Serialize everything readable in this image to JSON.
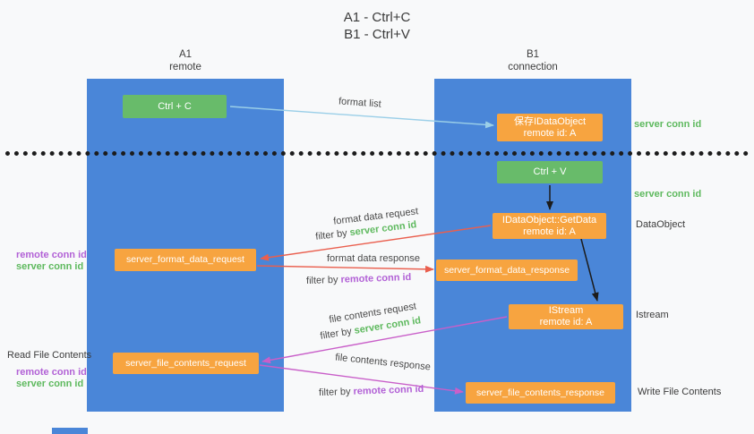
{
  "title": {
    "line1": "A1 - Ctrl+C",
    "line2": "B1 - Ctrl+V"
  },
  "columns": {
    "left": {
      "title": "A1",
      "subtitle": "remote"
    },
    "right": {
      "title": "B1",
      "subtitle": "connection"
    }
  },
  "boxes": {
    "ctrl_c": "Ctrl + C",
    "ctrl_v": "Ctrl + V",
    "save_dataobject": {
      "line1": "保存IDataObject",
      "line2": "remote id: A"
    },
    "getdata": {
      "line1": "IDataObject::GetData",
      "line2": "remote id: A"
    },
    "istream": {
      "line1": "IStream",
      "line2": "remote id: A"
    },
    "format_request": "server_format_data_request",
    "format_response": "server_format_data_response",
    "file_request": "server_file_contents_request",
    "file_response": "server_file_contents_response"
  },
  "arrow_labels": {
    "format_list": "format list",
    "format_data_request": "format data request",
    "format_data_response": "format data response",
    "file_contents_request": "file contents request",
    "file_contents_response": "file contents response",
    "filter_by": "filter by"
  },
  "annotations": {
    "server_conn_id": "server conn id",
    "remote_conn_id": "remote conn id",
    "dataobject": "DataObject",
    "istream": "Istream",
    "read_file_contents": "Read File Contents",
    "write_file_contents": "Write File Contents"
  },
  "colors": {
    "column_blue": "#4a86d8",
    "box_green": "#68bb6a",
    "box_orange": "#f7a440",
    "arrow_red": "#ea5f4e",
    "arrow_magenta": "#c95fc9",
    "arrow_lightblue": "#9bcfe8",
    "text_green": "#5eb95e",
    "text_magenta": "#b261d6"
  }
}
